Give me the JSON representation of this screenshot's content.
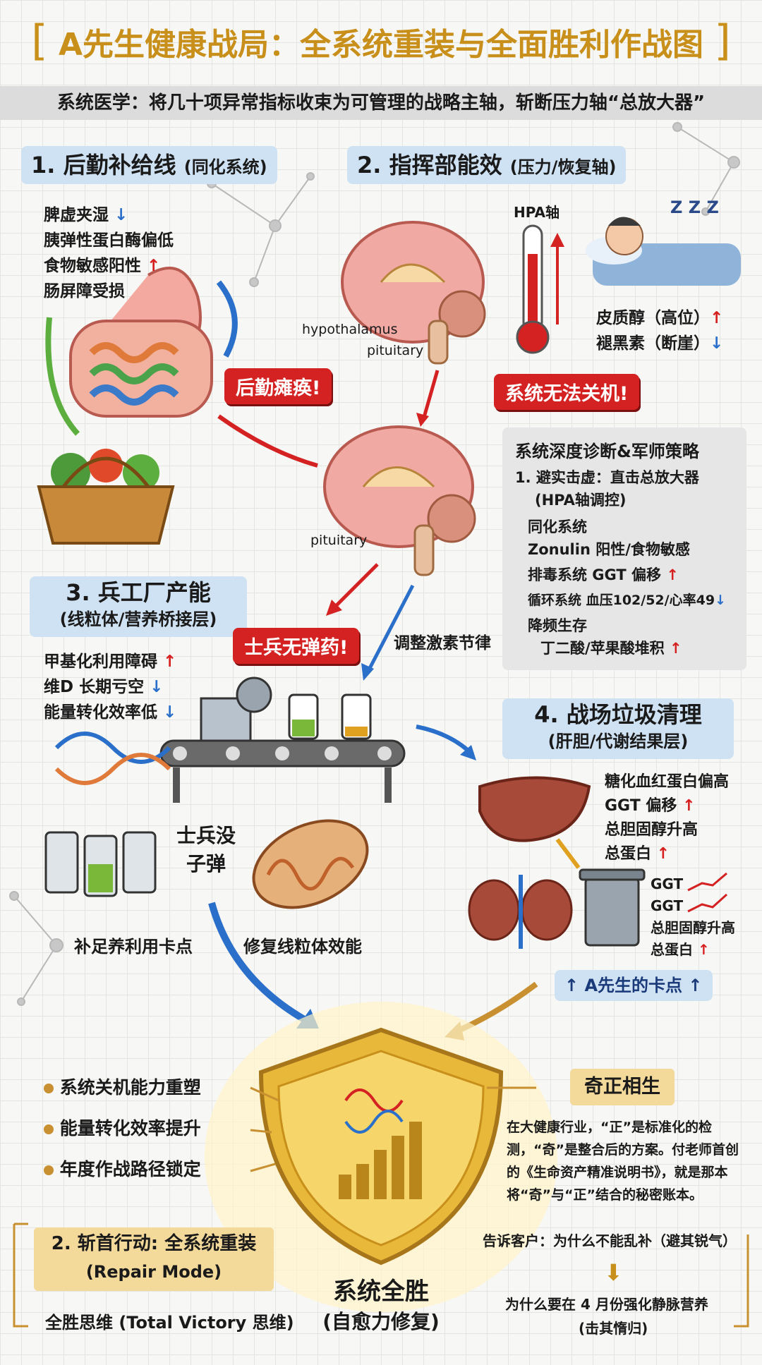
{
  "title": "A先生健康战局：全系统重装与全面胜利作战图",
  "subtitle": "系统医学：将几十项异常指标收束为可管理的战略主轴，斩断压力轴“总放大器”",
  "sec1": {
    "title": "1. 后勤补给线",
    "sub": "(同化系统)",
    "items": [
      "脾虚夹湿 ↓",
      "胰弹性蛋白酶偏低",
      "食物敏感阳性 ↑",
      "肠屏障受损"
    ],
    "callout": "后勤瘫痪!"
  },
  "sec2": {
    "title": "2. 指挥部能效",
    "sub": "(压力/恢复轴)",
    "hpa": "HPA轴",
    "hypothalamus": "hypothalamus",
    "pituitary": "pituitary",
    "pituitary2": "pituitary",
    "cortisol": "皮质醇（高位）↑",
    "melatonin": "褪黑素（断崖）↓",
    "callout": "系统无法关机!",
    "zzz": "Z Z Z"
  },
  "diagnosis": {
    "title": "系统深度诊断&军师策略",
    "l1": "1. 避实击虚：直击总放大器",
    "l2": "(HPA轴调控)",
    "l3": "同化系统",
    "l4": "Zonulin 阳性/食物敏感",
    "l5": "排毒系统 GGT 偏移 ↑",
    "l6": "循环系统 血压102/52/心率49↓",
    "l7": "降频生存",
    "l8": "丁二酸/苹果酸堆积 ↑"
  },
  "sec3": {
    "title": "3. 兵工厂产能",
    "sub": "(线粒体/营养桥接层)",
    "items": [
      "甲基化利用障碍 ↑",
      "维D 长期亏空 ↓",
      "能量转化效率低 ↓"
    ],
    "callout": "士兵无弹药!",
    "adjust": "调整激素节律",
    "soldier1": "士兵没",
    "soldier2": "子弹",
    "fix1": "补足养利用卡点",
    "fix2": "修复线粒体效能"
  },
  "sec4": {
    "title": "4. 战场垃圾清理",
    "sub": "(肝胆/代谢结果层)",
    "items": [
      "糖化血红蛋白偏高",
      "GGT 偏移 ↑",
      "总胆固醇升高",
      "总蛋白 ↑"
    ],
    "items2": [
      "GGT",
      "GGT",
      "总胆固醇升高",
      "总蛋白 ↑"
    ],
    "keypoint": "↑ A先生的卡点 ↑"
  },
  "results": [
    "系统关机能力重塑",
    "能量转化效率提升",
    "年度作战路径锁定"
  ],
  "qizheng": {
    "title": "奇正相生",
    "text": "在大健康行业，“正”是标准化的检测，“奇”是整合后的方案。付老师首创的《生命资产精准说明书》，就是那本将“奇”与“正”结合的秘密账本。"
  },
  "action": {
    "title": "2. 斩首行动: 全系统重装",
    "sub": "(Repair Mode)",
    "total": "全胜思维 (Total Victory 思维)"
  },
  "victory": {
    "title": "系统全胜",
    "sub": "(自愈力修复)"
  },
  "tell": {
    "l1": "告诉客户：为什么不能乱补（避其锐气）",
    "l2": "为什么要在 4 月份强化静脉营养",
    "l3": "(击其惰归)"
  },
  "colors": {
    "gold": "#c8901a",
    "red": "#d42222",
    "blue": "#2a6fc9",
    "sec_bg": "#cfe2f3"
  }
}
